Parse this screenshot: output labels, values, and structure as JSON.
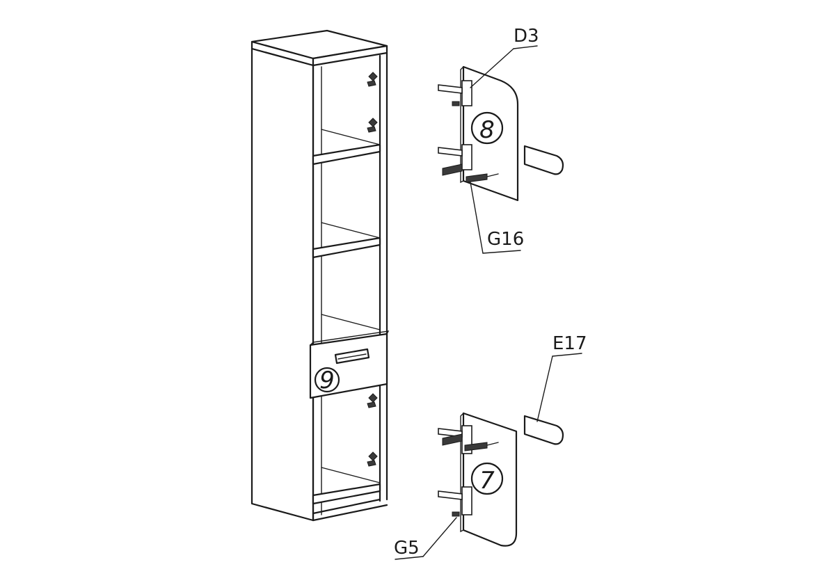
{
  "callouts": {
    "d3": "D3",
    "g16": "G16",
    "e17": "E17",
    "g5": "G5"
  },
  "part_numbers": {
    "upper_door": "8",
    "drawer": "9",
    "lower_door": "7"
  }
}
